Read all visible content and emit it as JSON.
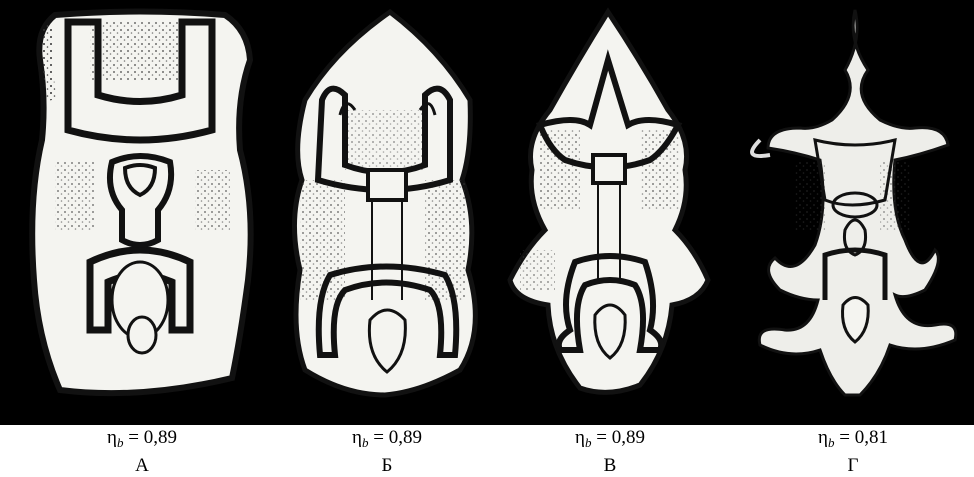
{
  "figures": [
    {
      "letter": "А",
      "eta_symbol": "η",
      "eta_subscript": "b",
      "eta_value": "= 0,89"
    },
    {
      "letter": "Б",
      "eta_symbol": "η",
      "eta_subscript": "b",
      "eta_value": "= 0,89"
    },
    {
      "letter": "В",
      "eta_symbol": "η",
      "eta_subscript": "b",
      "eta_value": "= 0,89"
    },
    {
      "letter": "Г",
      "eta_symbol": "η",
      "eta_subscript": "b",
      "eta_value": "= 0,81"
    }
  ],
  "colors": {
    "background": "#000000",
    "body": "#f4f4f0",
    "outline": "#111111"
  }
}
